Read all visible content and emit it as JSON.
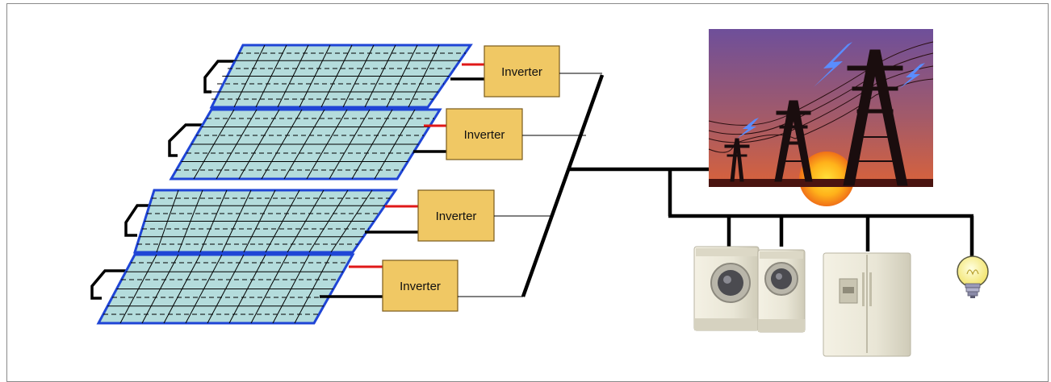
{
  "diagram": {
    "inverters": [
      {
        "label": "Inverter"
      },
      {
        "label": "Inverter"
      },
      {
        "label": "Inverter"
      },
      {
        "label": "Inverter"
      }
    ],
    "colors": {
      "panel_fill": "#b4dcdc",
      "panel_border": "#1f45d6",
      "inverter_fill": "#f0c864",
      "inverter_border": "#7a5a1a",
      "dc_wire_positive": "#e01818",
      "wire": "#000000"
    },
    "icons": [
      "solar-panel-icon",
      "inverter-box",
      "power-grid-transmission-icon",
      "washer-dryer-icon",
      "refrigerator-icon",
      "light-bulb-icon"
    ]
  }
}
